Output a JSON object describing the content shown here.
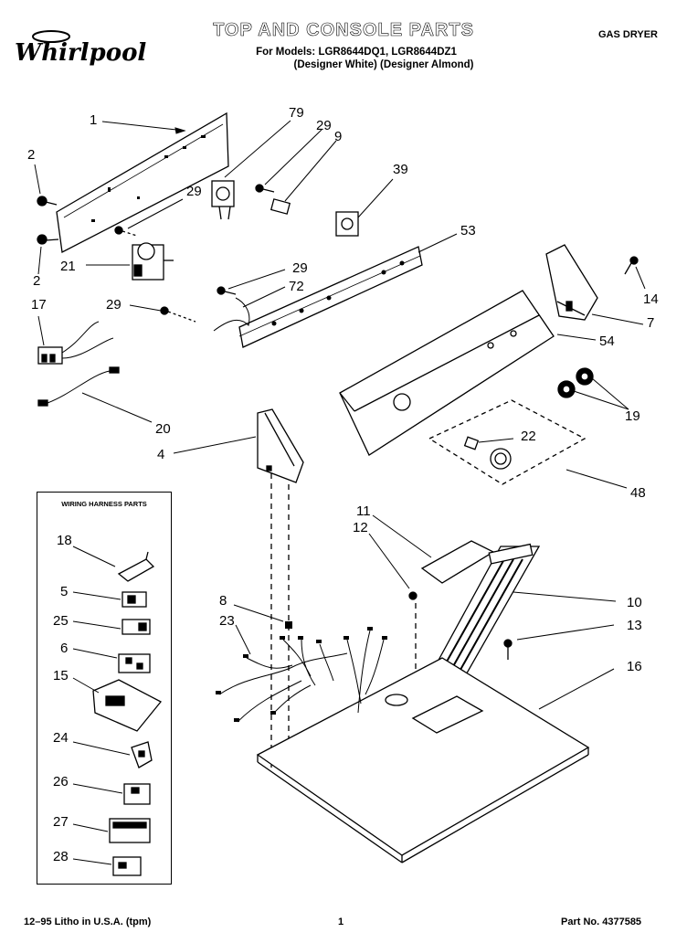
{
  "brand": "Whirlpool",
  "title": "TOP AND CONSOLE PARTS",
  "models_line": "For Models: LGR8644DQ1, LGR8644DZ1",
  "variants_line": "(Designer White) (Designer Almond)",
  "product_type": "GAS DRYER",
  "legend_title": "WIRING HARNESS PARTS",
  "callouts": {
    "c1": "1",
    "c2a": "2",
    "c2b": "2",
    "c29a": "29",
    "c79": "79",
    "c29b": "29",
    "c9": "9",
    "c39": "39",
    "c53": "53",
    "c21": "21",
    "c29c": "29",
    "c72": "72",
    "c29d": "29",
    "c17": "17",
    "c14": "14",
    "c7": "7",
    "c54": "54",
    "c19": "19",
    "c20": "20",
    "c4": "4",
    "c22": "22",
    "c48": "48",
    "c11": "11",
    "c12": "12",
    "c10": "10",
    "c8": "8",
    "c23": "23",
    "c13": "13",
    "c16": "16",
    "c18": "18",
    "c5": "5",
    "c25": "25",
    "c6": "6",
    "c15": "15",
    "c24": "24",
    "c26": "26",
    "c27": "27",
    "c28": "28"
  },
  "footer": {
    "left": "12–95 Litho in U.S.A. (tpm)",
    "center": "1",
    "right": "Part No. 4377585"
  }
}
